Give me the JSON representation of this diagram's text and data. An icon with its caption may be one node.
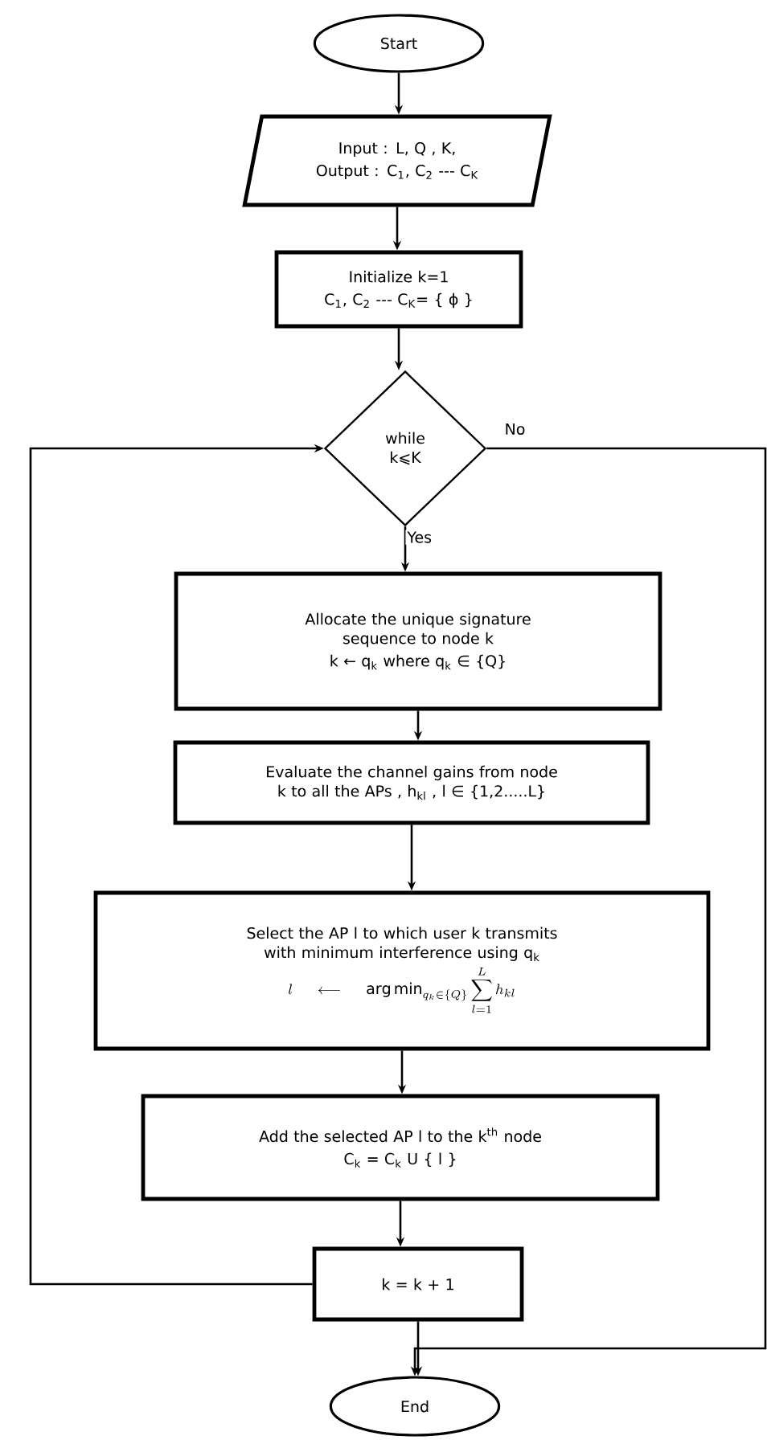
{
  "diagram": {
    "nodes": [
      {
        "text": [
          "Start"
        ]
      },
      {
        "text": [
          "Input : L, Q , K,",
          "Output : C$_{1}$, C$_{2}$ --- C$_{K}$"
        ]
      },
      {
        "text": [
          "Initialize  k=1",
          "C$_{1}$, C$_{2}$ --- C$_{K}$= { ϕ }"
        ]
      },
      {
        "text": [
          "while k⩽K"
        ]
      },
      {
        "text": [
          "Allocate the unique signature sequence to node k",
          "k ← q$_{k}$ where q$_{k}$ ∈ {Q}"
        ]
      },
      {
        "text": [
          "Evaluate the channel gains from node k to all the APs , h$_{kl}$ , l ∈ {1,2.....L}"
        ]
      },
      {
        "text": [
          "Select the AP l to which user k transmits with minimum interference using q$_{k}$",
          "l \\longleftarrow \\mathrm{arg\\,min}_{q_k \\in \\{Q\\}} \\sum_{l=1}^{L} h_{kl}"
        ]
      },
      {
        "text": [
          "Add the selected AP l to the k$^{th}$ node",
          "C$_{k}$ = C$_{k}$ U { l }"
        ]
      },
      {
        "text": [
          "k = k + 1"
        ]
      },
      {
        "text": [
          "End"
        ]
      }
    ],
    "edges": [
      {
        "from": 0,
        "to": 1,
        "arrow": "to"
      },
      {
        "from": 1,
        "to": 2,
        "arrow": "to"
      },
      {
        "from": 2,
        "to": 3,
        "arrow": "to"
      },
      {
        "from": 3,
        "to": 4,
        "arrow": "to",
        "label": "Yes"
      },
      {
        "from": 4,
        "to": 5,
        "arrow": "to"
      },
      {
        "from": 5,
        "to": 6,
        "arrow": "to"
      },
      {
        "from": 6,
        "to": 7,
        "arrow": "to"
      },
      {
        "from": 7,
        "to": 8,
        "arrow": "to"
      },
      {
        "from": 8,
        "to": 9,
        "arrow": "to"
      },
      {
        "from": 3,
        "to": 9,
        "arrow": "to",
        "label": "No"
      },
      {
        "from": 8,
        "to": 3,
        "arrow": "to"
      }
    ]
  }
}
